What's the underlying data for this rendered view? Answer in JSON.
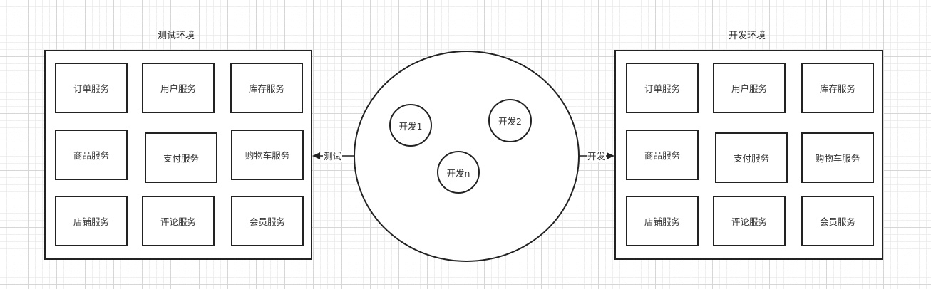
{
  "test_env": {
    "title": "测试环境",
    "services": [
      "订单服务",
      "用户服务",
      "库存服务",
      "商品服务",
      "支付服务",
      "购物车服务",
      "店铺服务",
      "评论服务",
      "会员服务"
    ]
  },
  "dev_env": {
    "title": "开发环境",
    "services": [
      "订单服务",
      "用户服务",
      "库存服务",
      "商品服务",
      "支付服务",
      "购物车服务",
      "店铺服务",
      "评论服务",
      "会员服务"
    ]
  },
  "developers": [
    "开发1",
    "开发2",
    "开发n"
  ],
  "connectors": {
    "to_test": "测试",
    "to_dev": "开发"
  },
  "colors": {
    "stroke": "#222222",
    "grid": "#d6d6d6",
    "text": "#333333"
  }
}
